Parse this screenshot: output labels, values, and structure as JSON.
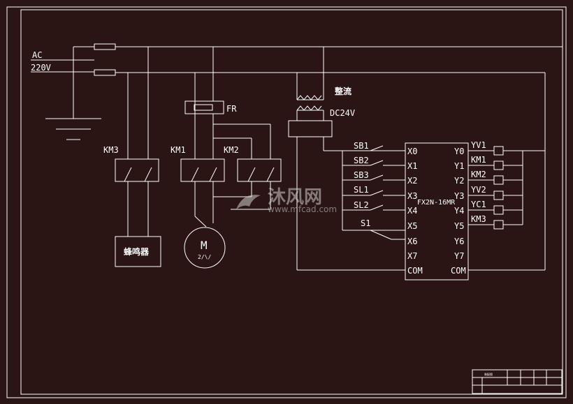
{
  "supply": {
    "ac": "AC",
    "voltage": "220V"
  },
  "labels": {
    "fr": "FR",
    "rectifier": "整流",
    "dc": "DC24V",
    "km3": "KM3",
    "km1": "KM1",
    "km2": "KM2",
    "buzzer": "蜂鸣器",
    "motor": "M",
    "motor_phase": "2/\\/"
  },
  "plc": {
    "model": "FX2N-16MR",
    "inputs": [
      "X0",
      "X1",
      "X2",
      "X3",
      "X4",
      "X5",
      "X6",
      "X7",
      "COM"
    ],
    "outputs": [
      "Y0",
      "Y1",
      "Y2",
      "Y3",
      "Y4",
      "Y5",
      "Y6",
      "Y7",
      "COM"
    ]
  },
  "input_devices": [
    "SB1",
    "SB2",
    "SB3",
    "SL1",
    "SL2",
    "S1"
  ],
  "output_devices": [
    "YV1",
    "KM1",
    "KM2",
    "YV2",
    "YC1",
    "KM3"
  ],
  "watermark": {
    "brand": "沐风网",
    "url": "www.mfcad.com"
  },
  "title_block": {
    "cell": "装配图"
  }
}
